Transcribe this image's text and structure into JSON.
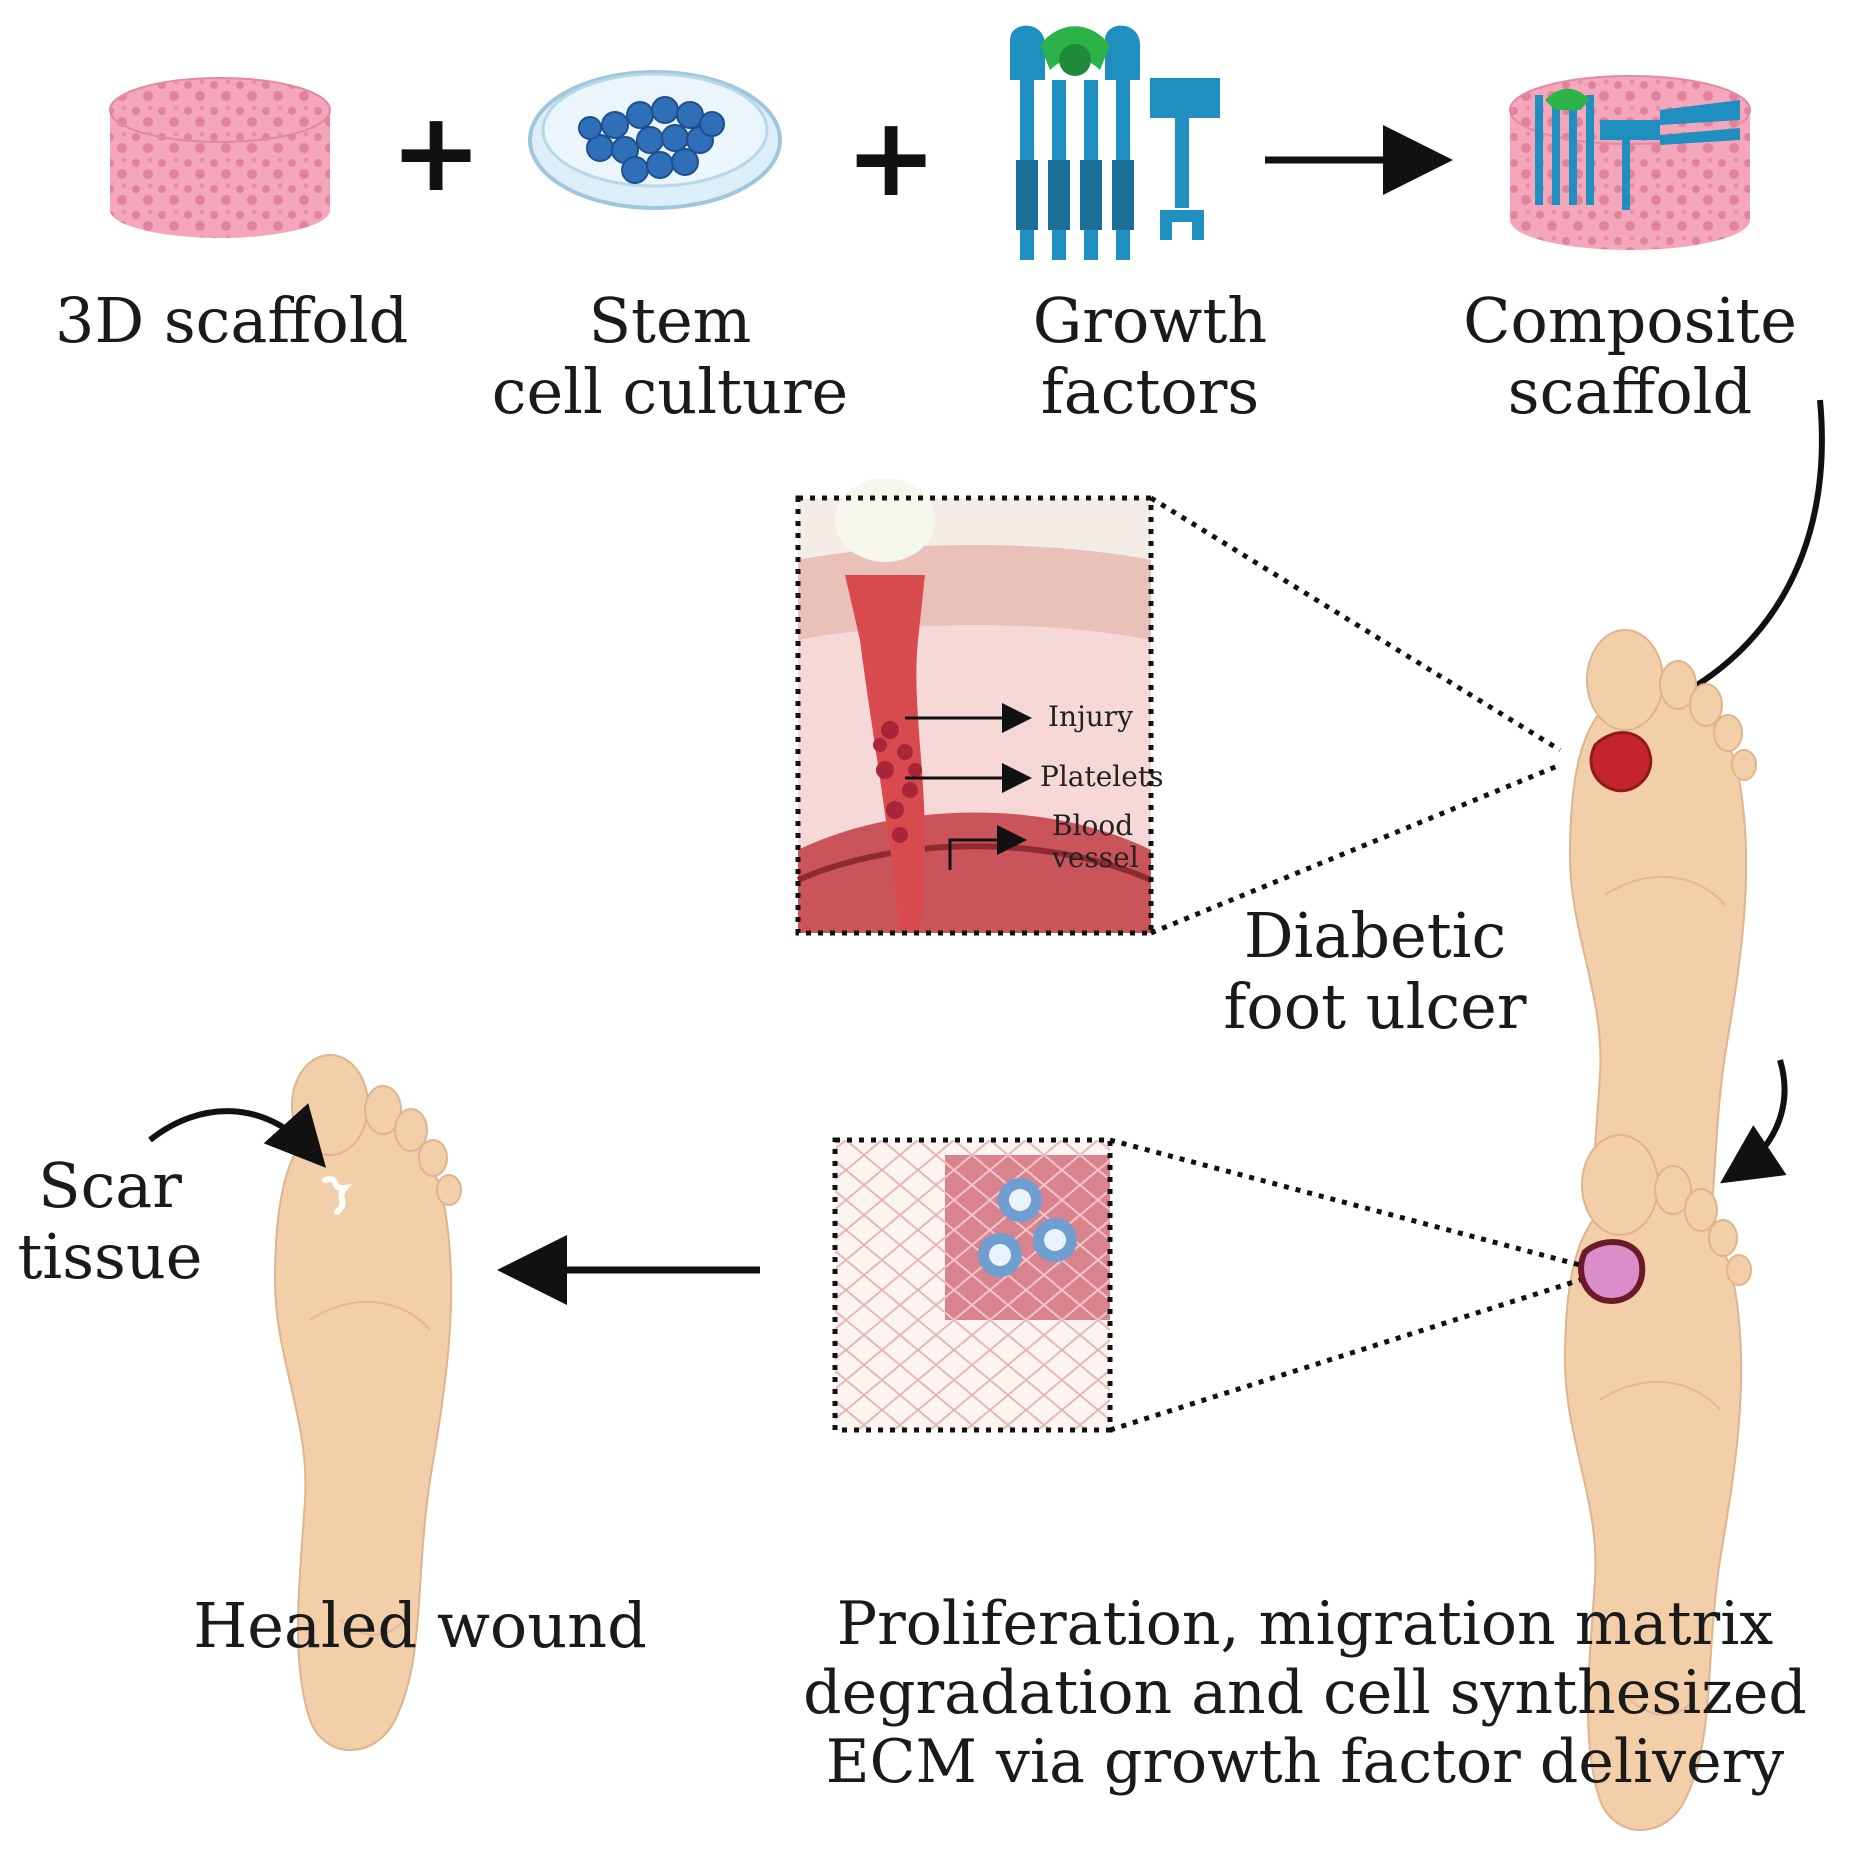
{
  "top_row": {
    "scaffold_label": "3D scaffold",
    "stem_label_line1": "Stem",
    "stem_label_line2": "cell culture",
    "growth_label_line1": "Growth",
    "growth_label_line2": "factors",
    "composite_label_line1": "Composite",
    "composite_label_line2": "scaffold",
    "plus_symbol": "+"
  },
  "ulcer": {
    "label_line1": "Diabetic",
    "label_line2": "foot ulcer",
    "inset_labels": {
      "injury": "Injury",
      "platelets": "Platelets",
      "blood_line1": "Blood",
      "blood_line2": "vessel"
    }
  },
  "treatment": {
    "label_line1": "Proliferation, migration matrix",
    "label_line2": "degradation and cell synthesized",
    "label_line3": "ECM via growth factor delivery"
  },
  "healed": {
    "label": "Healed wound",
    "scar_line1": "Scar",
    "scar_line2": "tissue"
  },
  "colors": {
    "scaffold_pink": "#f4a7bb",
    "cell_blue": "#2f6fb8",
    "factor_teal": "#1f8fbf",
    "factor_green": "#2bb34a",
    "skin": "#f3cfa9",
    "wound_red": "#c4242b",
    "matrix_pink": "#d9838f"
  }
}
